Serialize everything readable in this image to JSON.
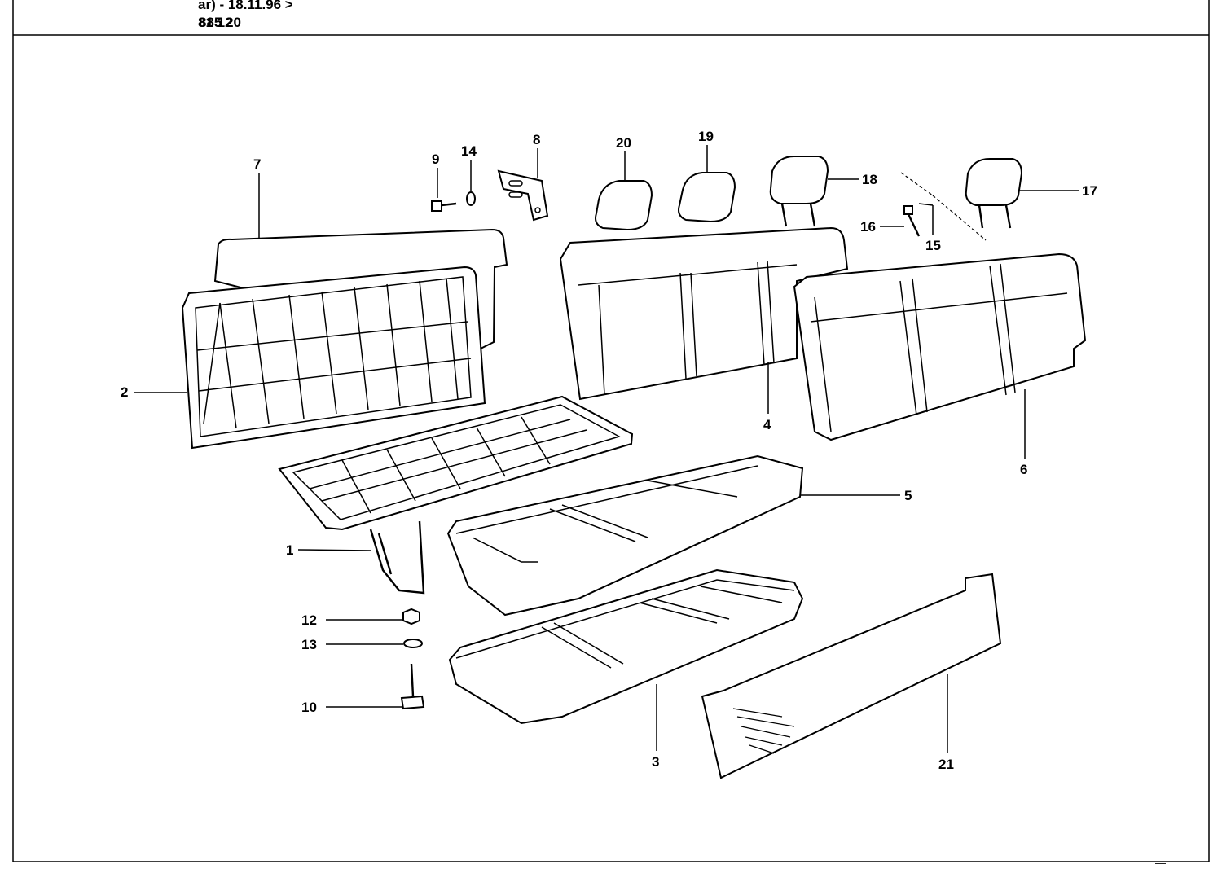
{
  "header": {
    "line1": "ar) - 18.11.96 >",
    "line2_a": "81 12",
    "line2_b": "885 20"
  },
  "footer": {
    "corner_mark": "—"
  },
  "callouts": {
    "c1": "1",
    "c2": "2",
    "c3": "3",
    "c4": "4",
    "c5": "5",
    "c6": "6",
    "c7": "7",
    "c8": "8",
    "c9": "9",
    "c10": "10",
    "c12": "12",
    "c13": "13",
    "c14": "14",
    "c15": "15",
    "c16": "16",
    "c17": "17",
    "c18": "18",
    "c19": "19",
    "c20": "20",
    "c21": "21"
  }
}
